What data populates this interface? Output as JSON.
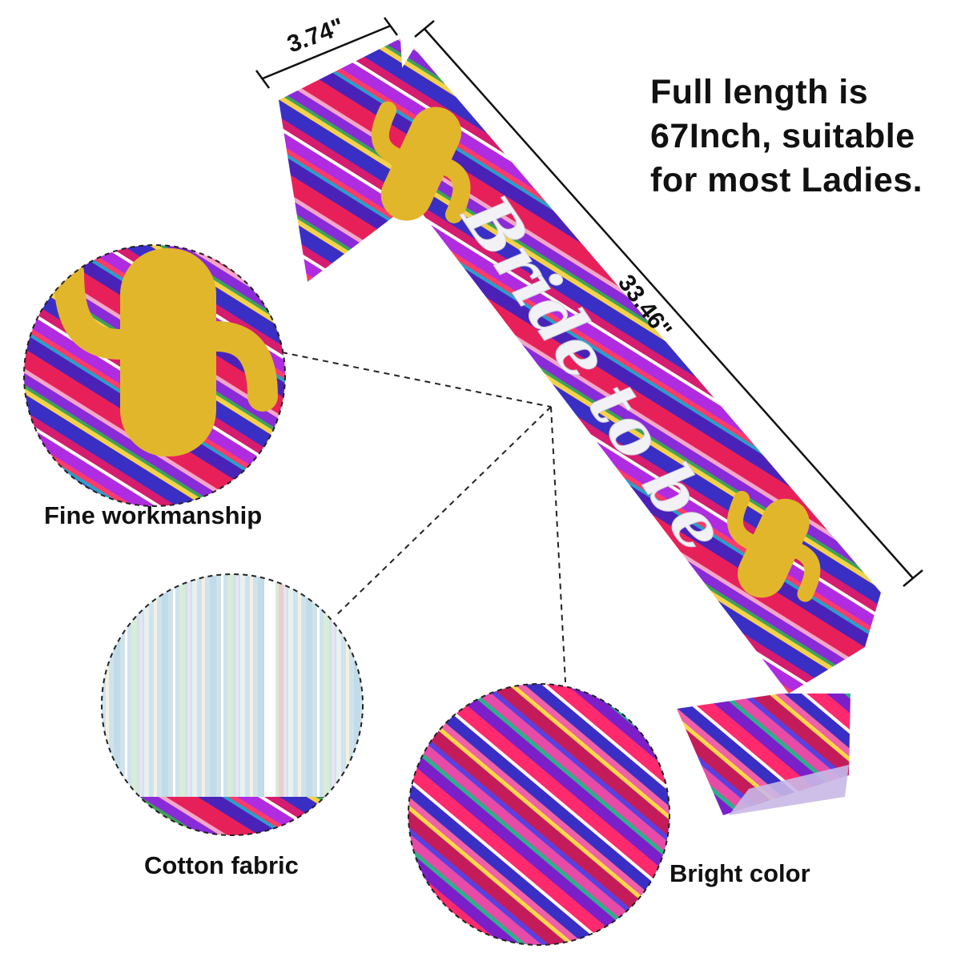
{
  "headline": {
    "line1": "Full length is",
    "line2": "67Inch, suitable",
    "line3": "for most Ladies."
  },
  "dimensions": {
    "width": "3.74\"",
    "length": "33.46\""
  },
  "sash_text": "Bride to be",
  "callouts": {
    "fine": "Fine workmanship",
    "cotton": "Cotton fabric",
    "bright": "Bright color"
  },
  "colors": {
    "stripe_blue": "#3a2fc4",
    "stripe_pink": "#e8205a",
    "stripe_purple": "#8a2bd8",
    "stripe_green": "#3fa25a",
    "glitter_gold": "#e2b62a",
    "script_white": "#f2f2f6",
    "background": "#ffffff"
  },
  "icons": {
    "motif": "cactus-icon"
  }
}
